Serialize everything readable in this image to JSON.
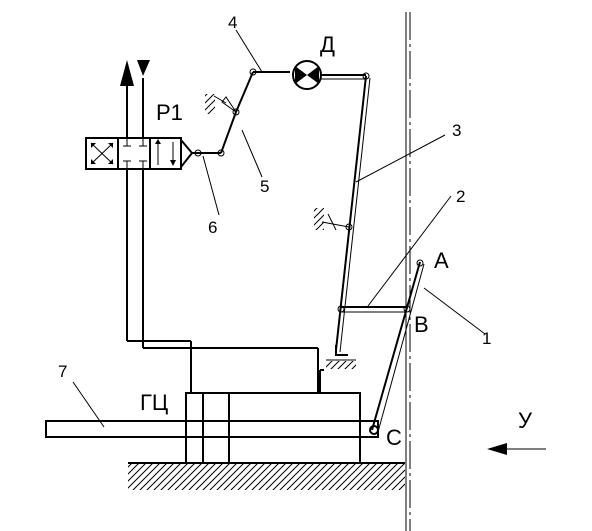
{
  "diagram": {
    "labels": {
      "n1": "1",
      "n2": "2",
      "n3": "3",
      "n4": "4",
      "n5": "5",
      "n6": "6",
      "n7": "7",
      "D": "Д",
      "P1": "P1",
      "A": "A",
      "B": "B",
      "C": "C",
      "GC": "ГЦ",
      "U": "У"
    }
  }
}
